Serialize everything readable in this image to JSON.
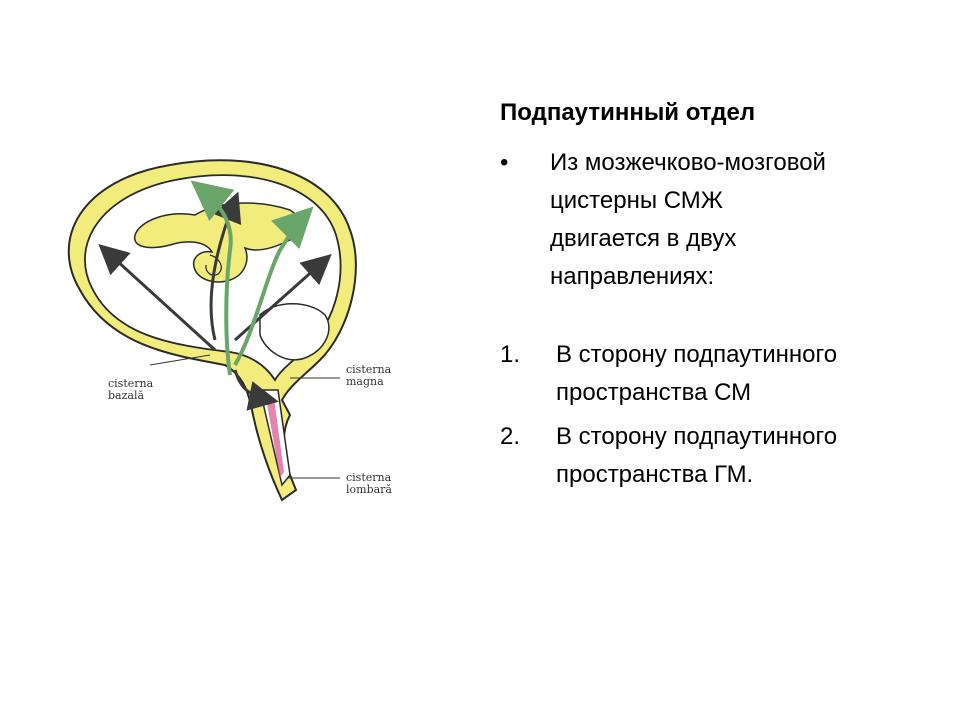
{
  "title": "Подпаутинный отдел",
  "bullet": {
    "marker": "•",
    "text": "Из мозжечково-мозговой\nцистерны СМЖ\nдвигается в двух\nнаправлениях:"
  },
  "numbered": [
    {
      "marker": "1.",
      "text": "В сторону подпаутинного\nпространства СМ"
    },
    {
      "marker": "2.",
      "text": "В сторону подпаутинного\nпространства ГМ."
    }
  ],
  "diagram": {
    "labels": {
      "cisterna_bazala": [
        "cisterna",
        "bazală"
      ],
      "cisterna_magna": [
        "cisterna",
        "magna"
      ],
      "cisterna_lombara": [
        "cisterna",
        "lombară"
      ]
    },
    "colors": {
      "csf_space": "#f2ec7c",
      "outline": "#2a2a2a",
      "arrow_dark": "#3a3a3a",
      "arrow_green": "#6aa66a",
      "spinal_pink": "#d94e8a"
    }
  }
}
